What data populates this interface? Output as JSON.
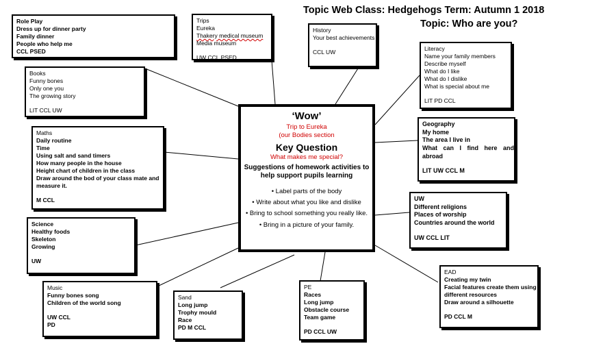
{
  "header": {
    "line1": "Topic Web  Class: Hedgehogs      Term: Autumn 1 2018",
    "line2": "Topic:  Who are you?"
  },
  "center": {
    "wow": "‘Wow’",
    "trip1": "Trip to Eureka",
    "trip2": "(our Bodies section",
    "key_question": "Key Question",
    "question": "What makes me special?",
    "suggestions": "Suggestions of homework activities to help support pupils learning",
    "bullets": [
      "Label parts of the body",
      "Write about what you like and dislike",
      "Bring to school something you really like.",
      "Bring in a picture of your family."
    ]
  },
  "boxes": {
    "role_play": [
      "Role Play",
      "Dress up for dinner party",
      "Family dinner",
      "People who help me",
      "CCL PSED"
    ],
    "trips": [
      "Trips",
      "Eureka",
      "Thakery medical museum",
      "Media museum",
      "",
      "UW CCL PSED"
    ],
    "history": [
      "History",
      "Your best achievements",
      "",
      "CCL UW"
    ],
    "literacy": [
      "Literacy",
      "Name your family members",
      "Describe myself",
      "What do I like",
      "What do I dislike",
      "What is special about me",
      "",
      "LIT PD CCL"
    ],
    "books": [
      "Books",
      "Funny bones",
      "Only one you",
      "The growing story",
      "",
      "LIT CCL UW"
    ],
    "maths": [
      "Maths",
      "Daily routine",
      "Time",
      "Using salt and sand timers",
      "How many people in the house",
      "Height chart of children in the class",
      "Draw around the bod of your class mate and",
      "measure it.",
      "",
      "M CCL"
    ],
    "geography": [
      "Geography",
      "My home",
      "The area I live in",
      "What can I find here and",
      "abroad",
      "",
      "LIT UW CCL M"
    ],
    "uw": [
      "UW",
      "Different religions",
      "Places of worship",
      "Countries around the world",
      "",
      "UW CCL LIT"
    ],
    "science": [
      "Science",
      "Healthy foods",
      "Skeleton",
      "Growing",
      "",
      "UW"
    ],
    "ead": [
      "EAD",
      "Creating my twin",
      "Facial features create them using",
      "different resources",
      "Draw around a silhouette",
      "",
      "PD CCL M"
    ],
    "music": [
      "Music",
      "Funny bones song",
      "Children of the world song",
      "",
      "UW CCL",
      "PD"
    ],
    "sand": [
      "Sand",
      "Long jump",
      "Trophy mould",
      "Race",
      "PD M CCL"
    ],
    "pe": [
      "PE",
      "Races",
      "Long jump",
      "Obstacle course",
      "Team game",
      "",
      "PD CCL UW"
    ]
  }
}
